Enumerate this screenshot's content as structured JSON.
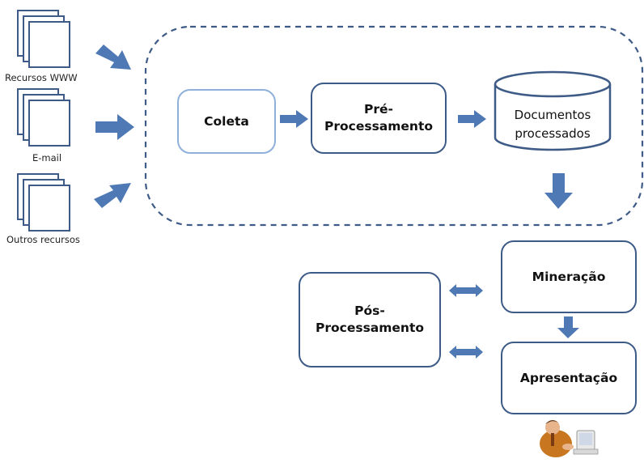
{
  "sources": [
    {
      "label": "Recursos WWW",
      "icon": "document-stack-icon"
    },
    {
      "label": "E-mail",
      "icon": "document-stack-icon"
    },
    {
      "label": "Outros recursos",
      "icon": "document-stack-icon"
    }
  ],
  "process": {
    "coleta": "Coleta",
    "pre_line1": "Pré-",
    "pre_line2": "Processamento",
    "docs_line1": "Documentos",
    "docs_line2": "processados"
  },
  "analysis": {
    "mineracao": "Mineração",
    "apresentacao": "Apresentação",
    "pos_line1": "Pós-",
    "pos_line2": "Processamento"
  },
  "colors": {
    "arrow": "#4f79b5",
    "box_border": "#3d5b86",
    "coleta_border": "#8fb0da",
    "dashed_border": "#3d5b86"
  },
  "user_icon": "person-at-computer-icon"
}
